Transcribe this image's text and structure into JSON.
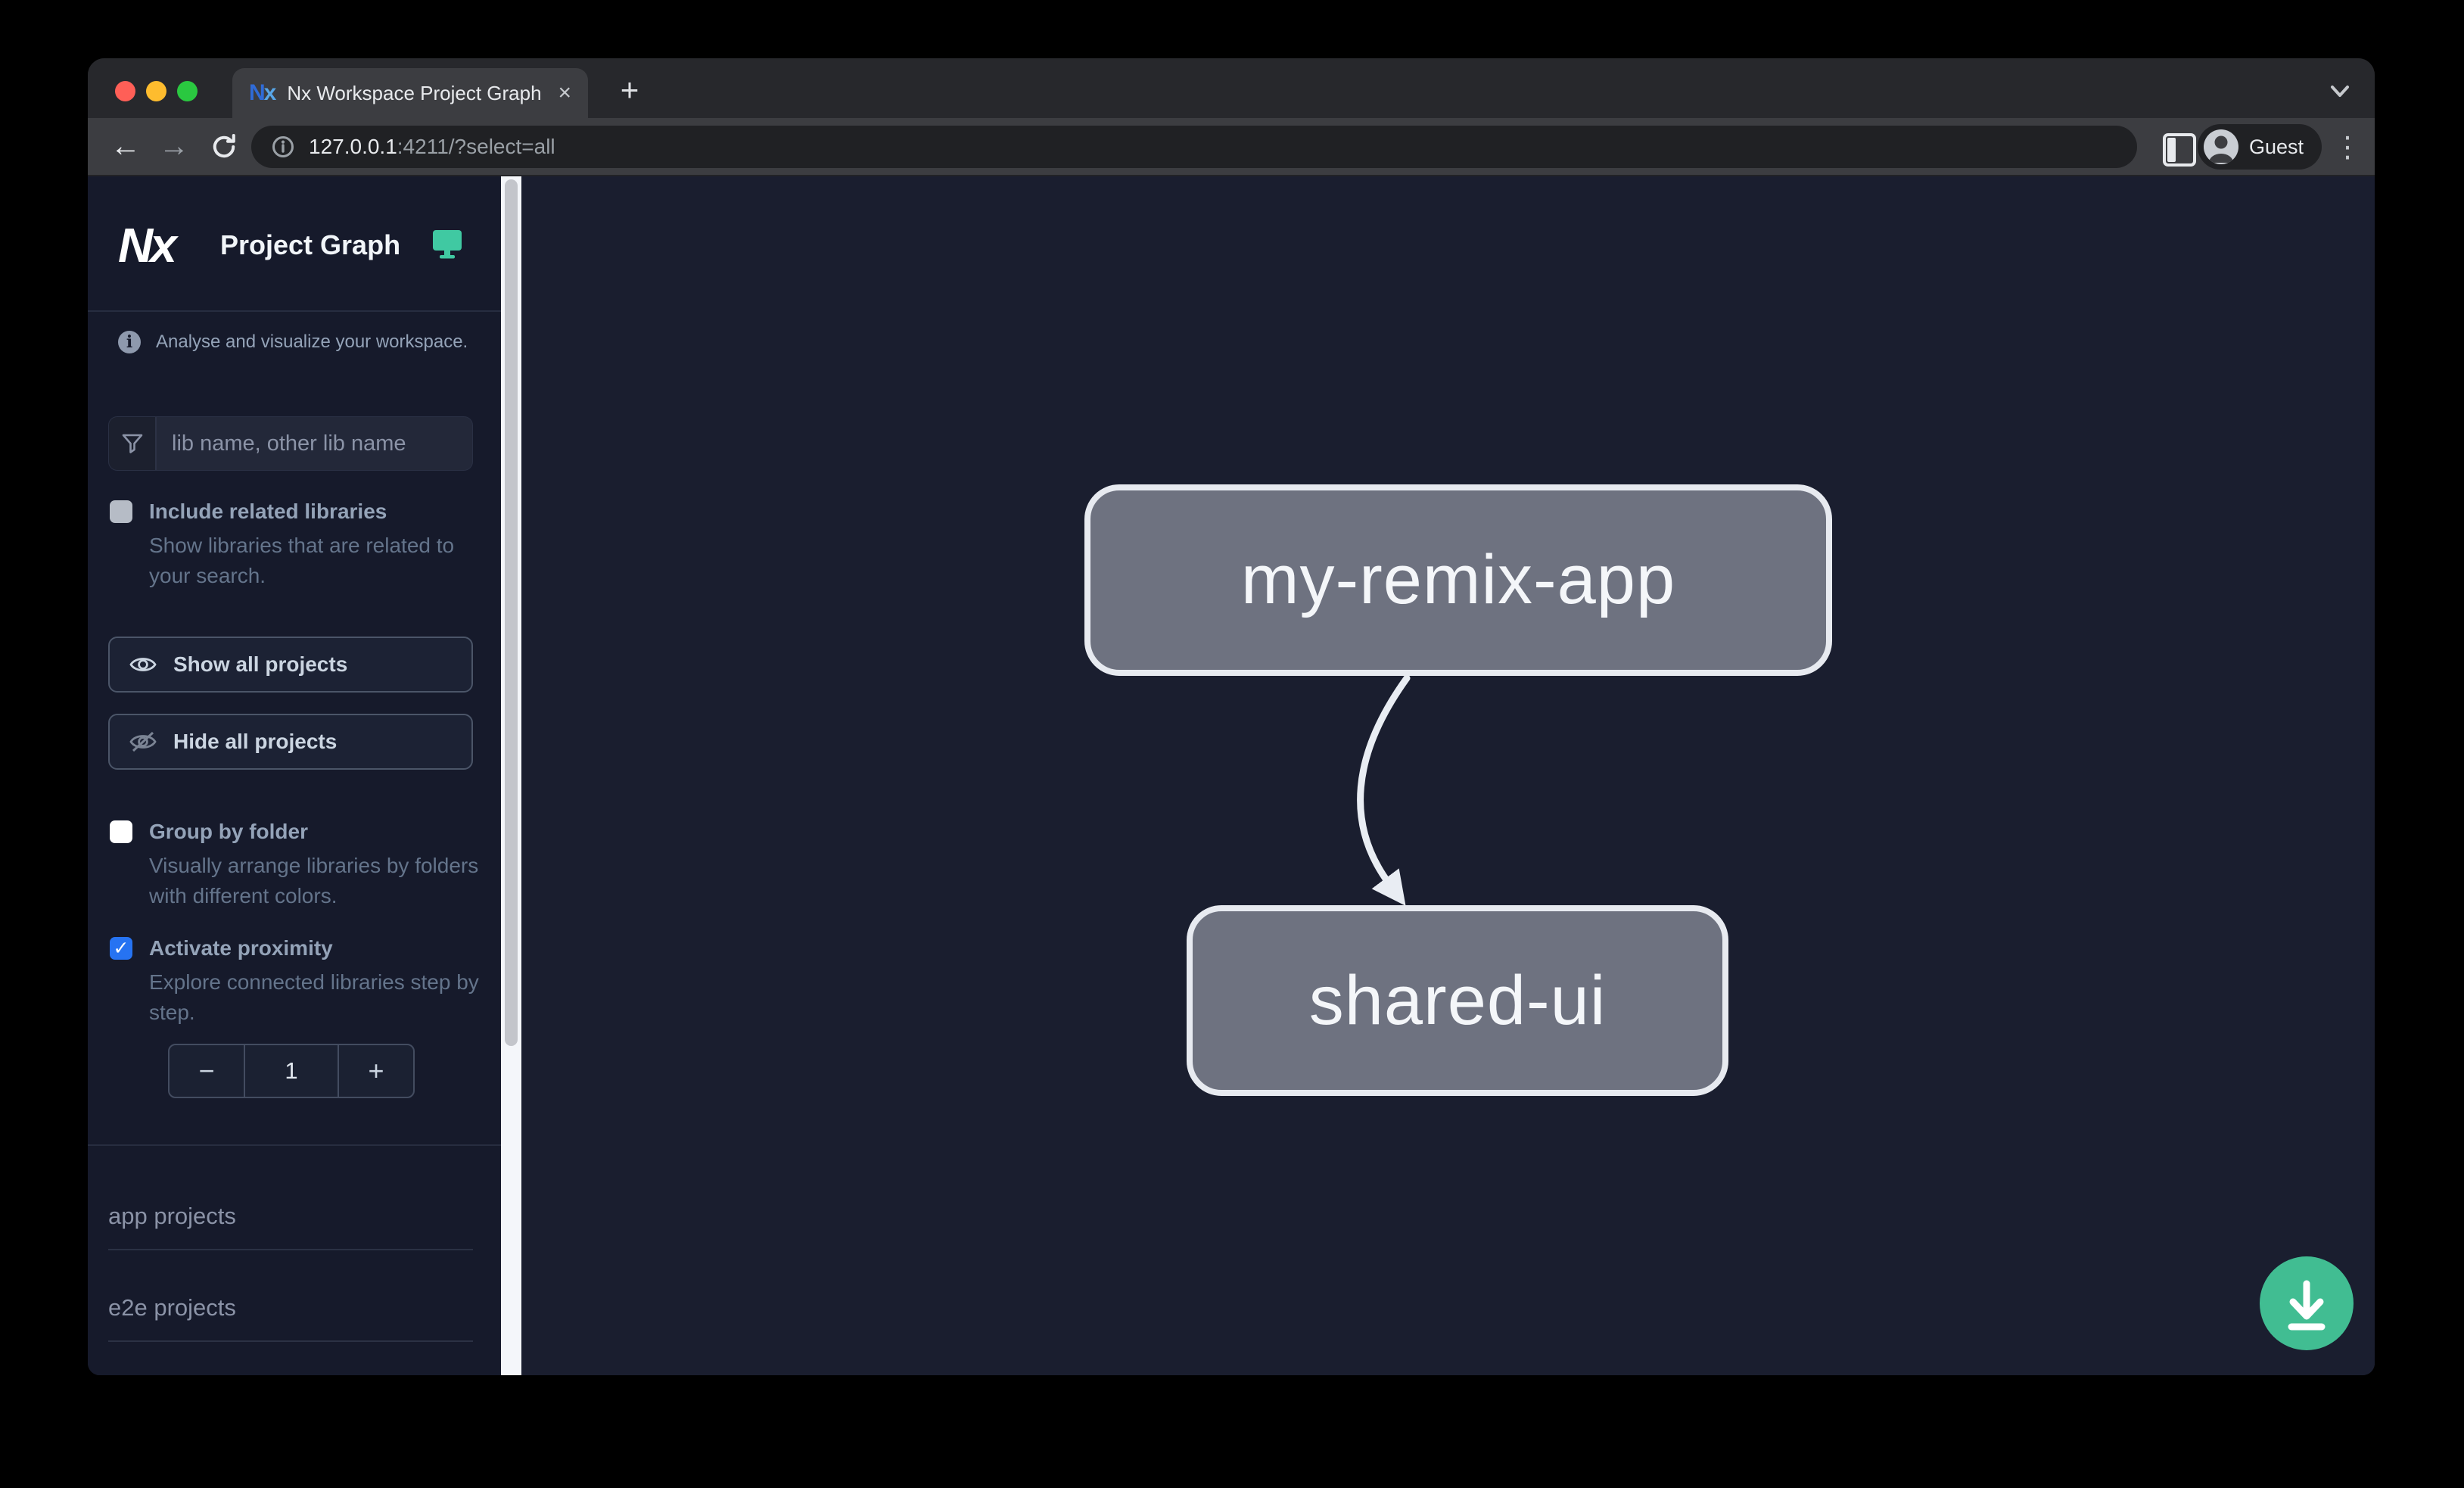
{
  "browser": {
    "tab_title": "Nx Workspace Project Graph",
    "close_glyph": "×",
    "new_tab_glyph": "+",
    "menu_glyph": "⋮",
    "back_glyph": "←",
    "forward_glyph": "→",
    "url_host": "127.0.0.1",
    "url_rest": ":4211/?select=all",
    "profile_label": "Guest",
    "favicon_text": "N",
    "favicon_text2": "x"
  },
  "sidebar": {
    "logo_text": "Nx",
    "app_title": "Project Graph",
    "tagline": "Analyse and visualize your workspace.",
    "filter": {
      "placeholder": "lib name, other lib name",
      "value": ""
    },
    "include_related": {
      "label": "Include related libraries",
      "description": "Show libraries that are related to your search.",
      "checked": false
    },
    "show_all_label": "Show all projects",
    "hide_all_label": "Hide all projects",
    "group_by_folder": {
      "label": "Group by folder",
      "description": "Visually arrange libraries by folders with different colors.",
      "checked": false
    },
    "activate_proximity": {
      "label": "Activate proximity",
      "description": "Explore connected libraries step by step.",
      "checked": true
    },
    "proximity_stepper": {
      "decrease": "−",
      "value": "1",
      "increase": "+"
    },
    "sections": [
      {
        "label": "app projects"
      },
      {
        "label": "e2e projects"
      }
    ]
  },
  "graph": {
    "nodes": [
      {
        "id": "my-remix-app",
        "label": "my-remix-app"
      },
      {
        "id": "shared-ui",
        "label": "shared-ui"
      }
    ],
    "edges": [
      {
        "source": "my-remix-app",
        "target": "shared-ui"
      }
    ]
  },
  "icons": {
    "checkmark": "✓"
  },
  "colors": {
    "accent_monitor": "#40c9a2",
    "fab_green": "#41bd92",
    "checkbox_blue": "#2673f2",
    "node_fill": "#6e7280",
    "sidebar_bg": "#161a2b",
    "canvas_bg": "#1a1e2f"
  }
}
